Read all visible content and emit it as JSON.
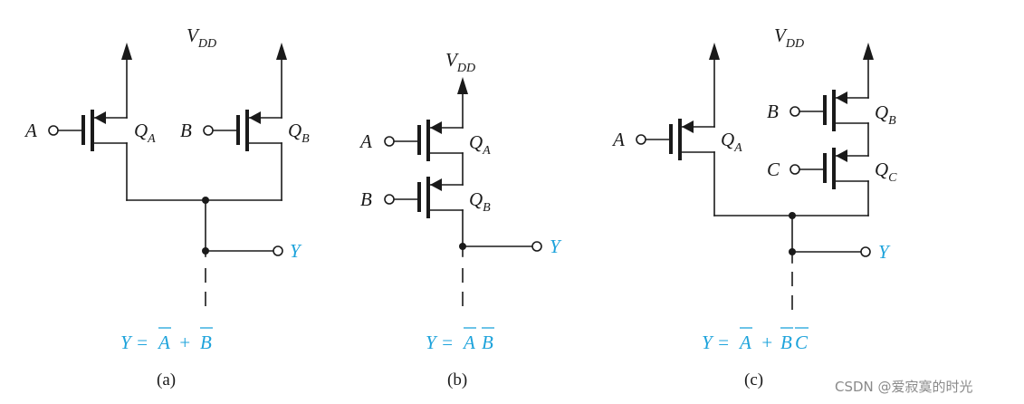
{
  "supply": "V",
  "supply_sub": "DD",
  "output": "Y",
  "panels": [
    {
      "caption": "(a)",
      "inputs": [
        "A",
        "B"
      ],
      "transistors": [
        {
          "name": "Q",
          "sub": "A"
        },
        {
          "name": "Q",
          "sub": "B"
        }
      ],
      "equation": {
        "lhs": "Y =",
        "t1": "A",
        "op": "+",
        "t2": "B"
      }
    },
    {
      "caption": "(b)",
      "inputs": [
        "A",
        "B"
      ],
      "transistors": [
        {
          "name": "Q",
          "sub": "A"
        },
        {
          "name": "Q",
          "sub": "B"
        }
      ],
      "equation": {
        "lhs": "Y =",
        "t1": "A",
        "t2": "B"
      }
    },
    {
      "caption": "(c)",
      "inputs": [
        "A",
        "B",
        "C"
      ],
      "transistors": [
        {
          "name": "Q",
          "sub": "A"
        },
        {
          "name": "Q",
          "sub": "B"
        },
        {
          "name": "Q",
          "sub": "C"
        }
      ],
      "equation": {
        "lhs": "Y =",
        "t1": "A",
        "op": "+",
        "t2": "B",
        "t3": "C"
      }
    }
  ],
  "watermark": "CSDN @爱寂寞的时光"
}
